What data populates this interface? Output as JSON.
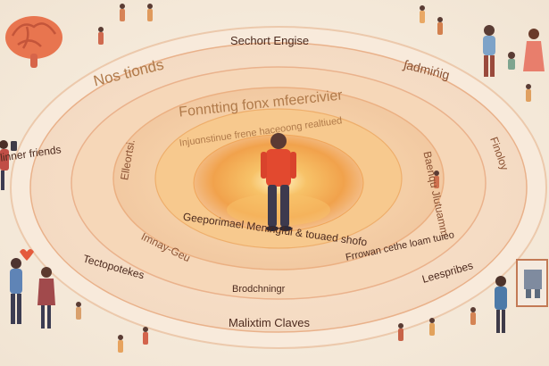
{
  "rings": {
    "outer": {
      "top": "Sechort Engise",
      "bottom": "Malixtim Claves"
    },
    "labels": [
      "Nos tionds",
      "ʃadmińig",
      "Finoloy",
      "Leespribes",
      "Tectopotekes",
      "Imnay-Geu",
      "Elleortsi.",
      "Fonntting fonx mfeercivier",
      "Injuɑnstinue frene haceoong realtiued",
      "Baenqu Jlutuamm",
      "Geeporimael Meningful & touaed shofo",
      "Frrowan cethe loam tuieo",
      "Brodchningr"
    ]
  },
  "side_labels": {
    "left": "linner friends"
  },
  "colors": {
    "background": "#f6ecdf",
    "core_glow": "#f4a23c",
    "ring_edge": "#e9b18a",
    "text": "#6a3e2c",
    "accent": "#e2492f"
  },
  "icons": [
    "brain-icon",
    "person-figure-icon",
    "family-icon",
    "couple-icon",
    "presentation-icon"
  ]
}
